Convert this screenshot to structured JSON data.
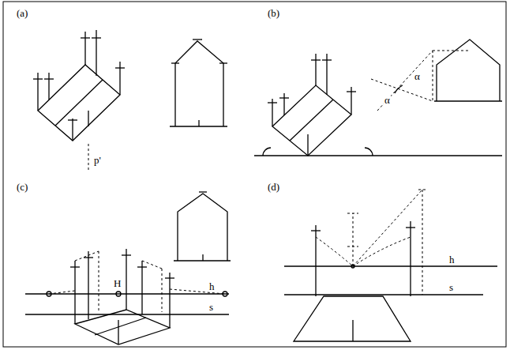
{
  "diagram": {
    "labels": [
      "(a)",
      "p'",
      "(b)",
      "α",
      "α",
      "(c)",
      "H",
      "h",
      "s",
      "(d)",
      "h",
      "s"
    ]
  }
}
